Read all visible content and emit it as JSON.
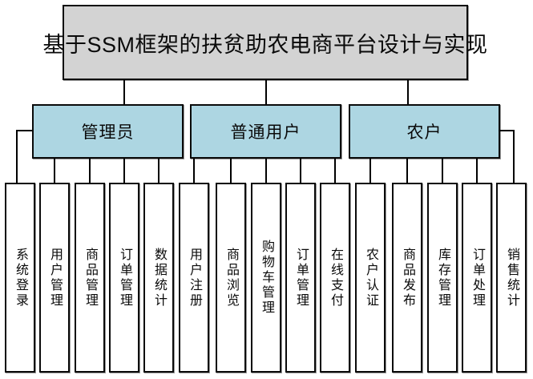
{
  "diagram": {
    "title": "基于SSM框架的扶贫助农电商平台设计与实现",
    "groups": [
      {
        "label": "管理员",
        "children": [
          "系统登录",
          "用户管理",
          "商品管理",
          "订单管理",
          "数据统计"
        ]
      },
      {
        "label": "普通用户",
        "children": [
          "用户注册",
          "商品浏览",
          "购物车管理",
          "订单管理",
          "在线支付"
        ]
      },
      {
        "label": "农户",
        "children": [
          "农户认证",
          "商品发布",
          "库存管理",
          "订单处理",
          "销售统计"
        ]
      }
    ],
    "colors": {
      "title_fill": "#d3d3d3",
      "group_fill": "#add6e2",
      "leaf_fill": "#ffffff",
      "line": "#000000"
    }
  }
}
